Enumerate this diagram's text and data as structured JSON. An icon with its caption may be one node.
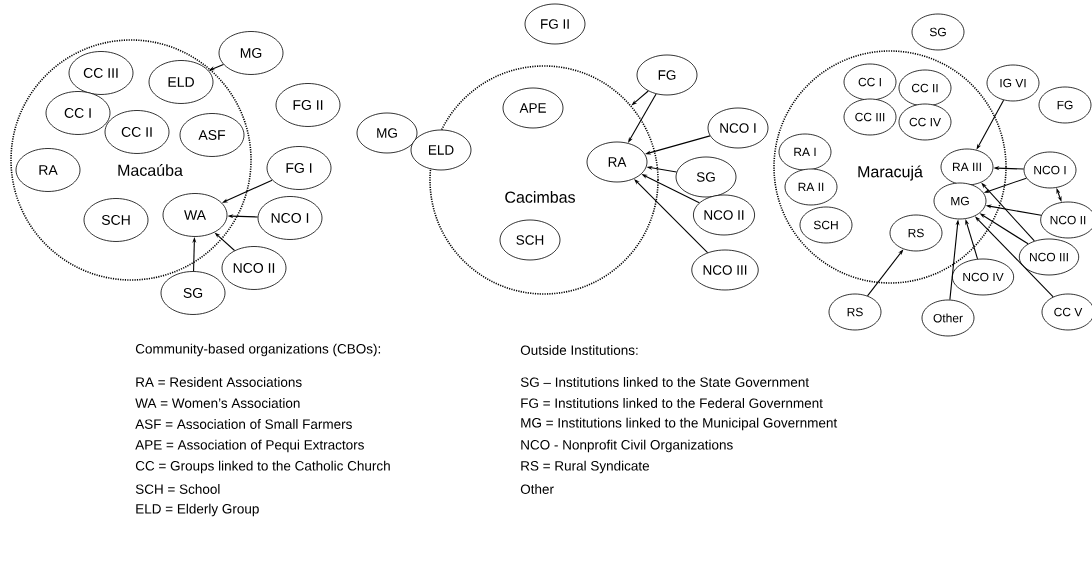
{
  "diagram": {
    "nodes": [
      {
        "text": [
          "Macaúba"
        ]
      },
      {
        "text": [
          "MG"
        ]
      },
      {
        "text": [
          "CC III"
        ],
        "in": 0
      },
      {
        "text": [
          "ELD"
        ],
        "in": 0
      },
      {
        "text": [
          "FG II"
        ]
      },
      {
        "text": [
          "CC I"
        ],
        "in": 0
      },
      {
        "text": [
          "CC II"
        ],
        "in": 0
      },
      {
        "text": [
          "ASF"
        ],
        "in": 0
      },
      {
        "text": [
          "RA"
        ],
        "in": 0
      },
      {
        "text": [
          "FG I"
        ]
      },
      {
        "text": [
          "WA"
        ],
        "in": 0
      },
      {
        "text": [
          "SCH"
        ],
        "in": 0
      },
      {
        "text": [
          "NCO I"
        ]
      },
      {
        "text": [
          "NCO II"
        ]
      },
      {
        "text": [
          "SG"
        ]
      },
      {
        "text": [
          "FG II"
        ]
      },
      {
        "text": [
          "Cacimbas"
        ]
      },
      {
        "text": [
          "FG"
        ]
      },
      {
        "text": [
          "APE"
        ],
        "in": 16
      },
      {
        "text": [
          "MG"
        ]
      },
      {
        "text": [
          "ELD"
        ]
      },
      {
        "text": [
          "NCO I"
        ]
      },
      {
        "text": [
          "RA"
        ],
        "in": 16
      },
      {
        "text": [
          "SG"
        ]
      },
      {
        "text": [
          "NCO II"
        ]
      },
      {
        "text": [
          "SCH"
        ],
        "in": 16
      },
      {
        "text": [
          "NCO III"
        ]
      },
      {
        "text": [
          "SG"
        ]
      },
      {
        "text": [
          "Maracujá"
        ]
      },
      {
        "text": [
          "CC I"
        ],
        "in": 28
      },
      {
        "text": [
          "IG VI"
        ]
      },
      {
        "text": [
          "CC II"
        ],
        "in": 28
      },
      {
        "text": [
          "FG"
        ]
      },
      {
        "text": [
          "CC III"
        ],
        "in": 28
      },
      {
        "text": [
          "CC IV"
        ],
        "in": 28
      },
      {
        "text": [
          "RA I"
        ],
        "in": 28
      },
      {
        "text": [
          "RA III"
        ],
        "in": 28
      },
      {
        "text": [
          "NCO I"
        ]
      },
      {
        "text": [
          "RA II"
        ],
        "in": 28
      },
      {
        "text": [
          "MG"
        ],
        "in": 28
      },
      {
        "text": [
          "NCO II"
        ]
      },
      {
        "text": [
          "SCH"
        ],
        "in": 28
      },
      {
        "text": [
          "RS"
        ],
        "in": 28
      },
      {
        "text": [
          "NCO III"
        ]
      },
      {
        "text": [
          "NCO IV"
        ]
      },
      {
        "text": [
          "RS"
        ]
      },
      {
        "text": [
          "Other"
        ]
      },
      {
        "text": [
          "CC V"
        ]
      }
    ],
    "edges": [
      {
        "from": 1,
        "to": 3,
        "arrow": "to"
      },
      {
        "from": 9,
        "to": 10,
        "arrow": "to"
      },
      {
        "from": 12,
        "to": 10,
        "arrow": "to"
      },
      {
        "from": 13,
        "to": 10,
        "arrow": "to"
      },
      {
        "from": 14,
        "to": 10,
        "arrow": "to"
      },
      {
        "from": 17,
        "to": 16,
        "arrow": "to"
      },
      {
        "from": 17,
        "to": 22,
        "arrow": "to"
      },
      {
        "from": 21,
        "to": 22,
        "arrow": "to"
      },
      {
        "from": 23,
        "to": 22,
        "arrow": "to"
      },
      {
        "from": 24,
        "to": 22,
        "arrow": "to"
      },
      {
        "from": 26,
        "to": 22,
        "arrow": "to"
      },
      {
        "from": 30,
        "to": 36,
        "arrow": "to"
      },
      {
        "from": 37,
        "to": 36,
        "arrow": "to"
      },
      {
        "from": 37,
        "to": 39,
        "arrow": "to"
      },
      {
        "from": 37,
        "to": 40,
        "arrow": "both"
      },
      {
        "from": 40,
        "to": 39,
        "arrow": "to"
      },
      {
        "from": 43,
        "to": 36,
        "arrow": "to"
      },
      {
        "from": 43,
        "to": 39,
        "arrow": "to"
      },
      {
        "from": 44,
        "to": 39,
        "arrow": "to"
      },
      {
        "from": 47,
        "to": 39,
        "arrow": "to"
      },
      {
        "from": 46,
        "to": 39,
        "arrow": "to"
      },
      {
        "from": 45,
        "to": 42,
        "arrow": "to"
      }
    ],
    "labels": [
      "Community-based organizations (CBOs):",
      "Outside Institutions:",
      "RA = Resident Associations",
      "SG – Institutions linked to the State Government",
      "WA = Women’s Association",
      "FG = Institutions linked to the Federal Government",
      "ASF = Association of Small Farmers",
      "MG = Institutions linked to the Municipal Government",
      "APE = Association of Pequi Extractors",
      "NCO - Nonprofit Civil Organizations",
      "CC = Groups linked to the Catholic Church",
      "RS = Rural Syndicate",
      "SCH = School",
      "Other",
      "ELD = Elderly Group"
    ]
  }
}
